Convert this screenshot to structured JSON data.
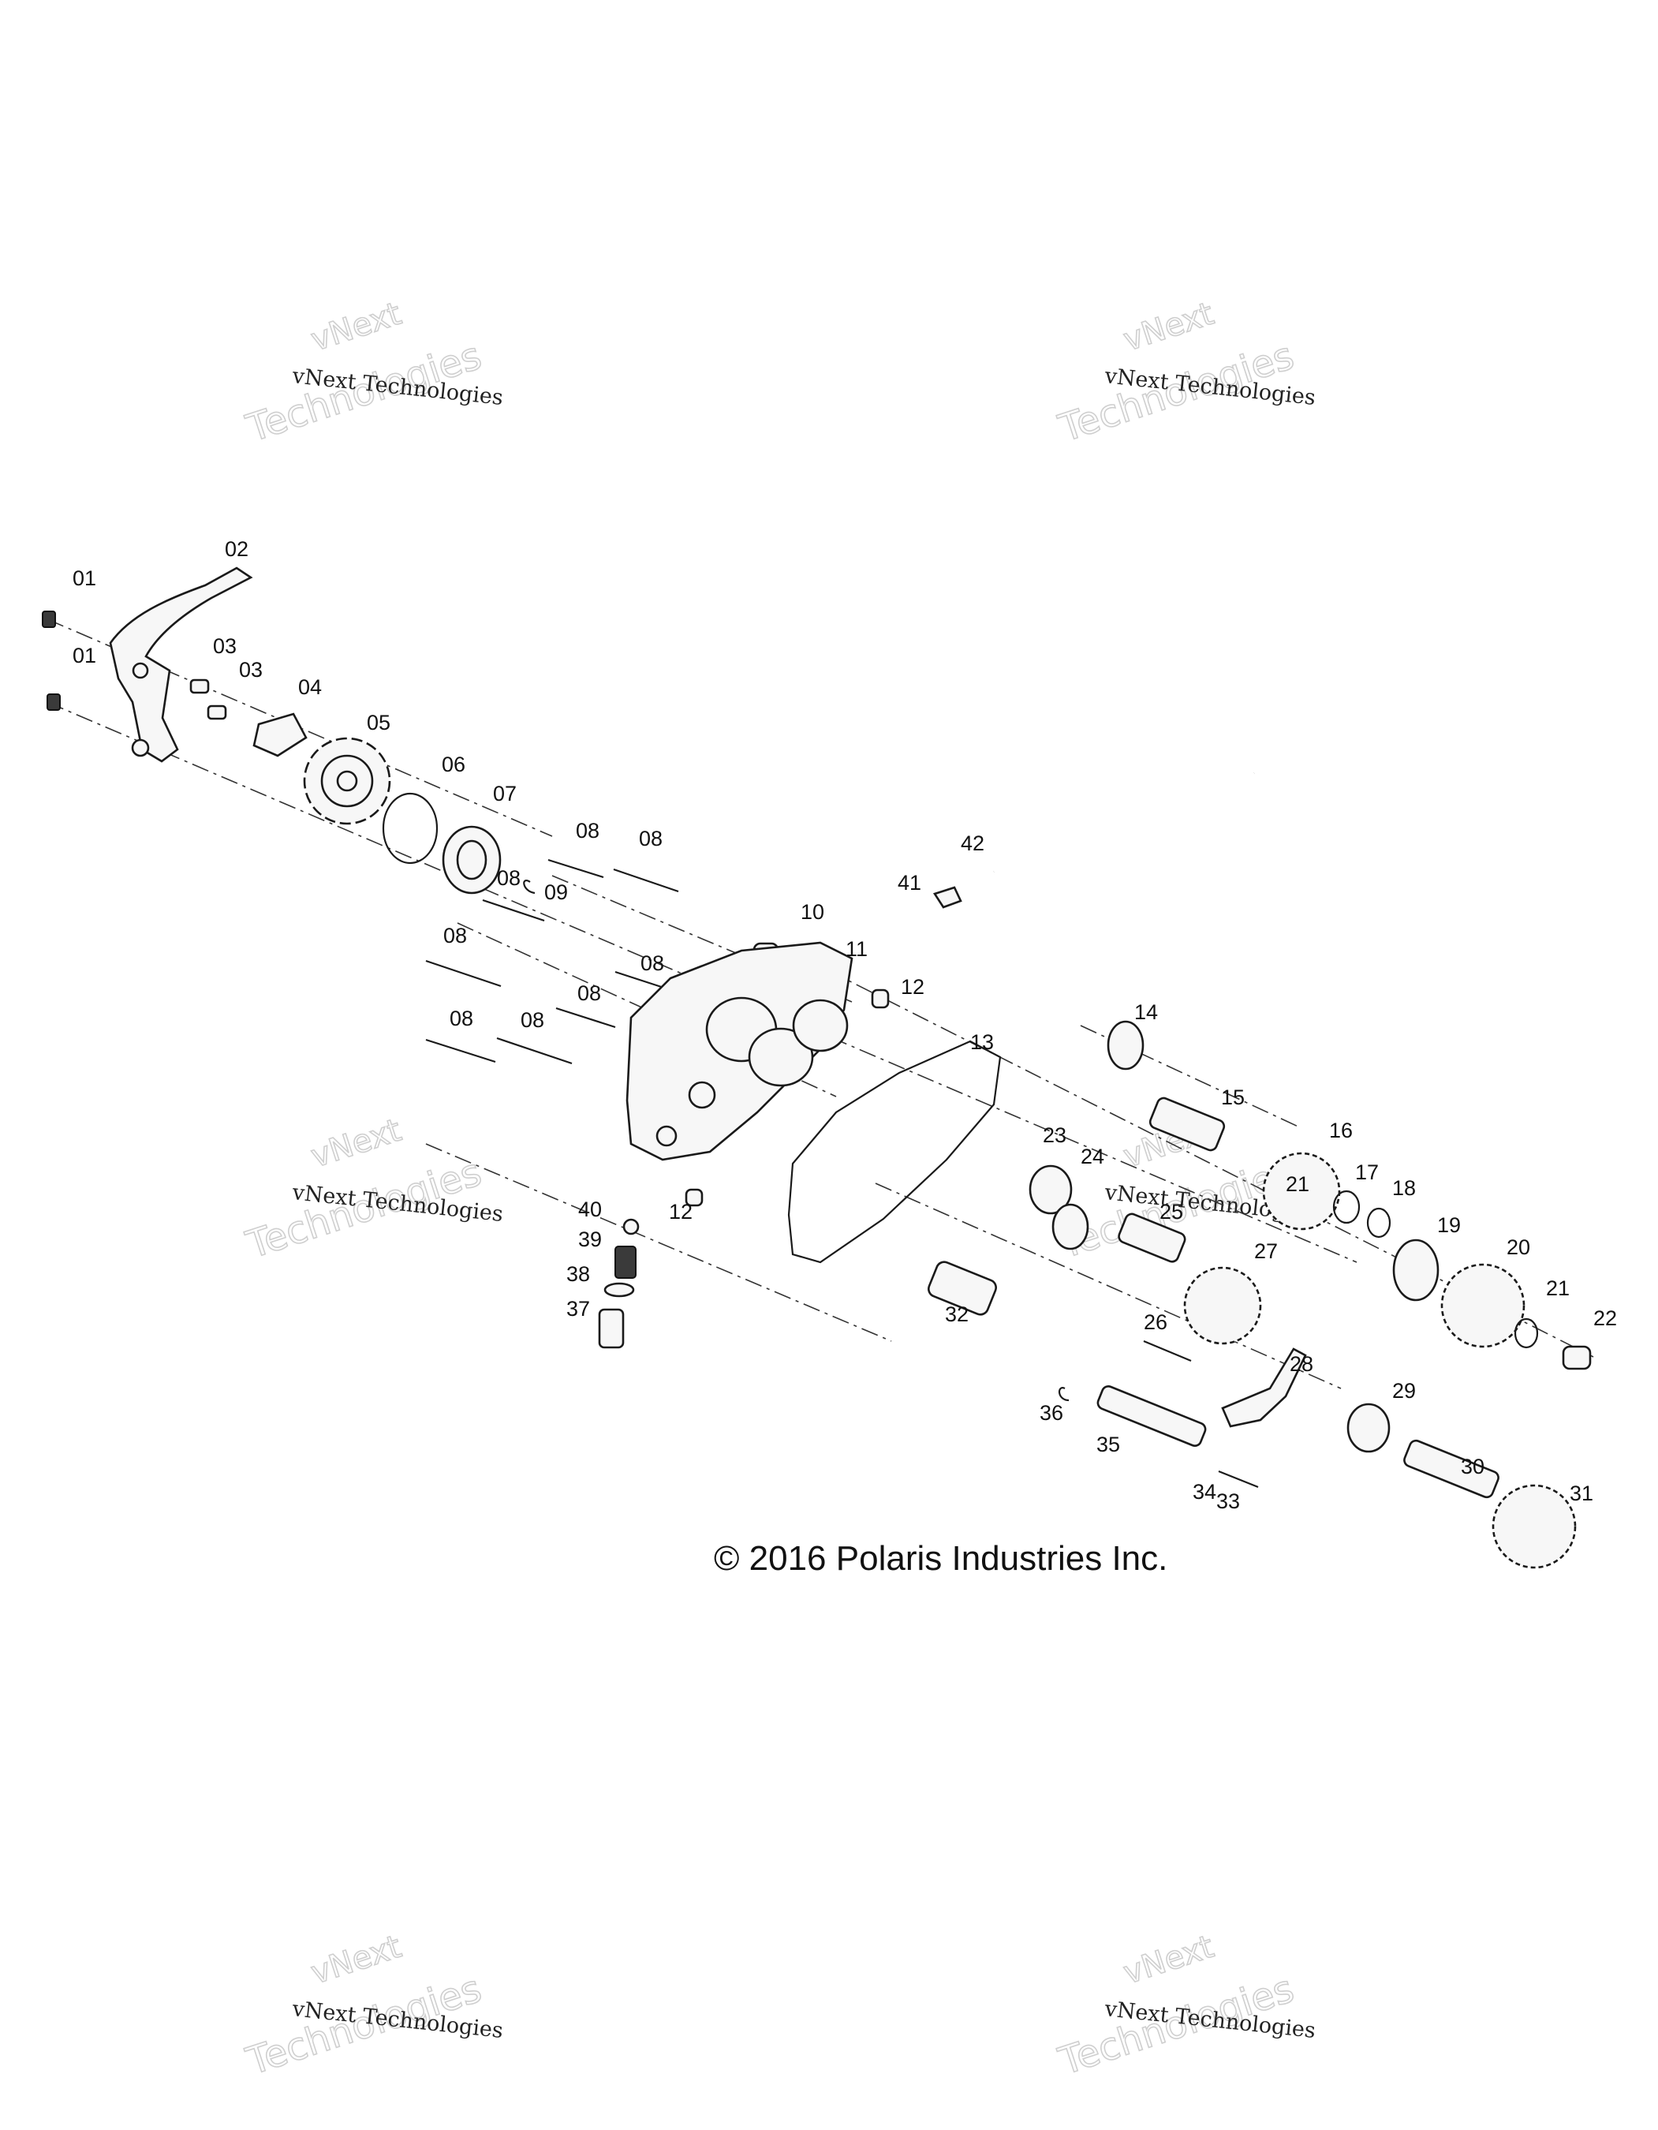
{
  "watermark": {
    "line1": "vNext Technologies",
    "line2": "Technologies",
    "line3": "vNext"
  },
  "copyright": "© 2016 Polaris Industries Inc.",
  "callouts": [
    "01",
    "01",
    "02",
    "03",
    "03",
    "04",
    "05",
    "06",
    "07",
    "08",
    "08",
    "08",
    "09",
    "08",
    "08",
    "08",
    "08",
    "08",
    "10",
    "11",
    "12",
    "12",
    "13",
    "14",
    "15",
    "16",
    "17",
    "18",
    "19",
    "20",
    "21",
    "21",
    "22",
    "23",
    "24",
    "25",
    "26",
    "27",
    "28",
    "29",
    "30",
    "31",
    "32",
    "33",
    "34",
    "35",
    "36",
    "37",
    "38",
    "39",
    "40",
    "41",
    "42"
  ]
}
